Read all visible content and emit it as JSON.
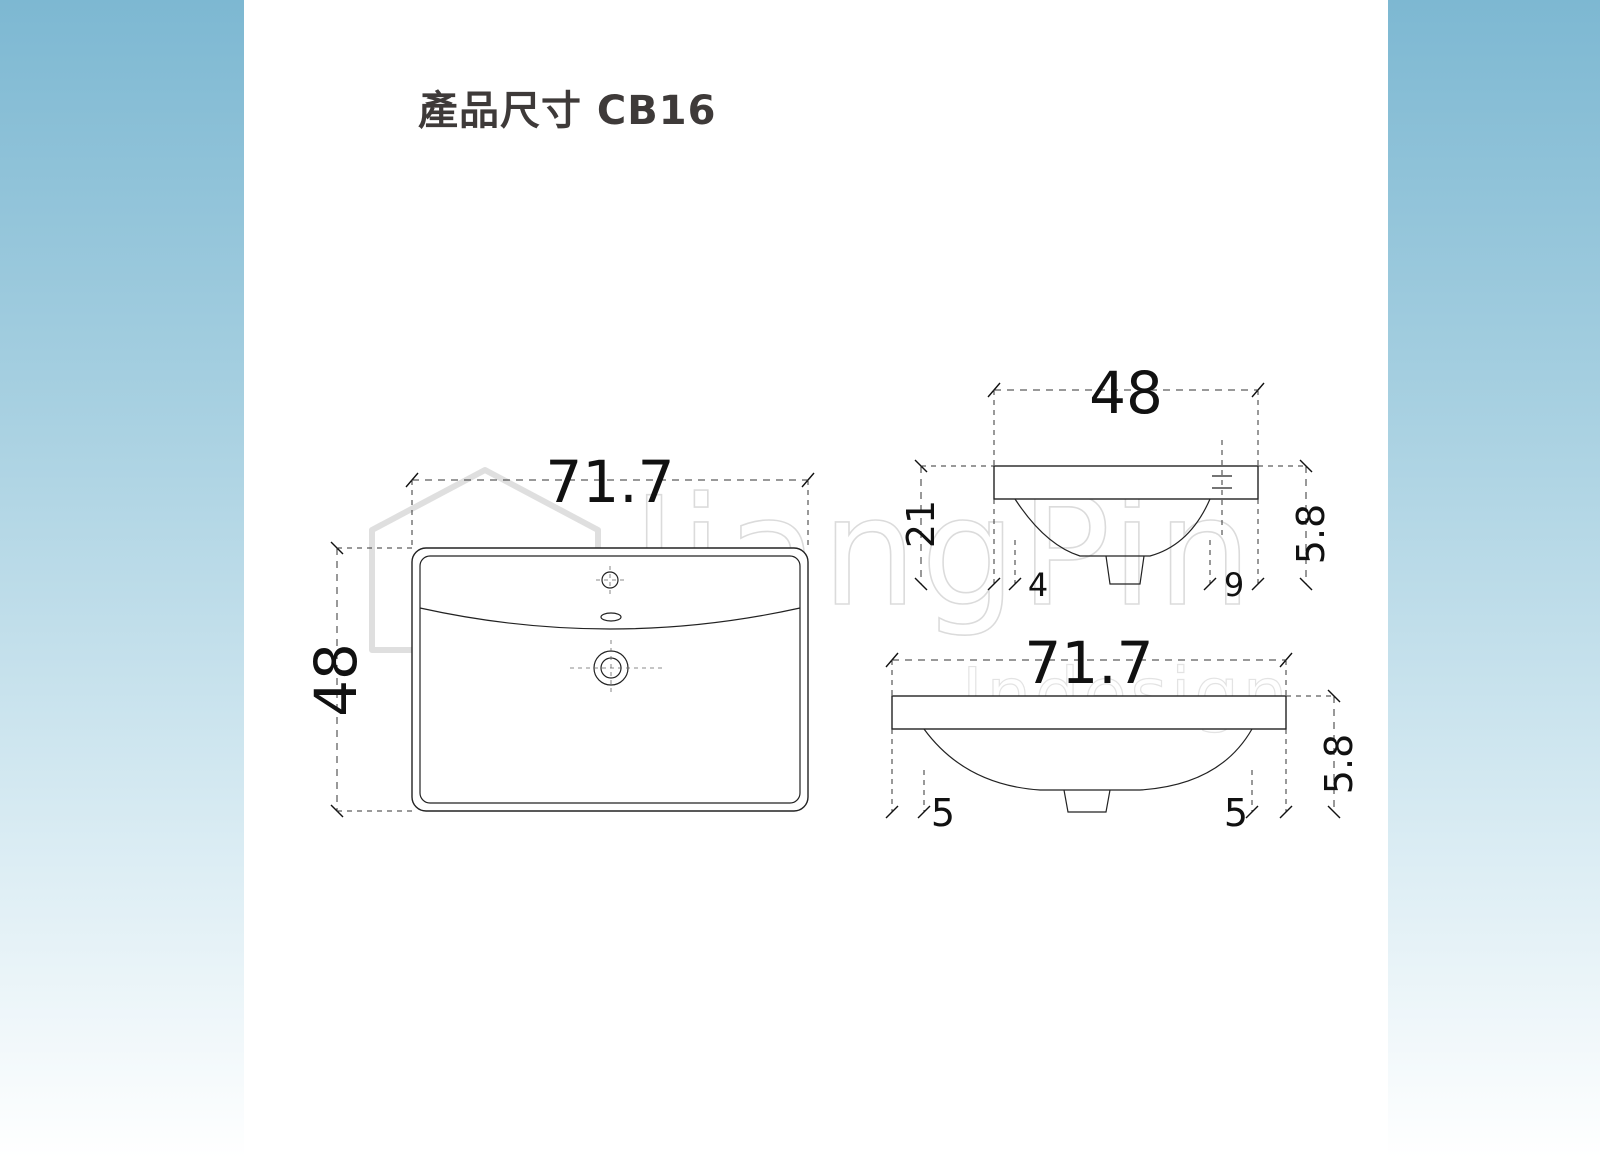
{
  "title": "產品尺寸 CB16",
  "watermark": {
    "brand": "JiangPin",
    "tagline": "Indesign"
  },
  "top_view": {
    "width_label": "71.7",
    "depth_label": "48"
  },
  "side_view": {
    "depth_label": "48",
    "height_label": "21",
    "rim_label": "5.8",
    "front_offset_label": "4",
    "back_offset_label": "9"
  },
  "front_view": {
    "width_label": "71.7",
    "rim_label": "5.8",
    "left_offset_label": "5",
    "right_offset_label": "5"
  },
  "colors": {
    "sidebar_top": "#7db8d2",
    "sidebar_bottom": "#ffffff",
    "title": "#3e3a39",
    "line": "#222222"
  }
}
